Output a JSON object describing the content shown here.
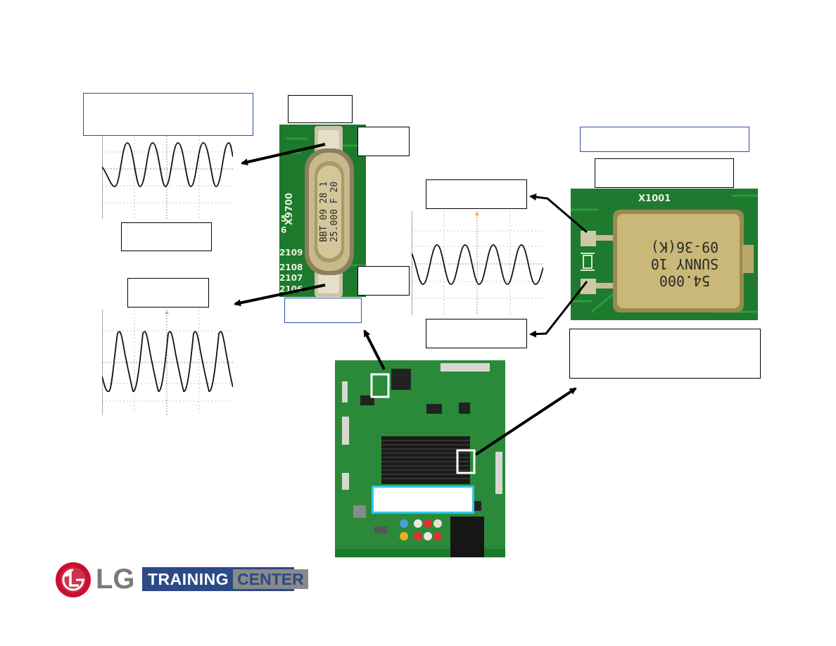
{
  "crystal_left": {
    "silk_ref": "X9700",
    "marking_line1": "BBT 09 28 1",
    "marking_line2": "25.000 F 20",
    "silk_numbers": [
      "5",
      "6",
      "2109",
      "2108",
      "2107",
      "2106"
    ]
  },
  "crystal_right": {
    "silk_ref": "X1001",
    "marking_line1": "54.000",
    "marking_line2": "SUNNY 10",
    "marking_line3": "09-36(K)"
  },
  "logo": {
    "brand": "LG",
    "training": "TRAINING",
    "center": "CENTER"
  },
  "colors": {
    "pcb_green": "#1d7a2c",
    "label_blue_border": "#2f4fa8",
    "highlight_cyan": "#2ec7f0",
    "logo_red": "#c8102e",
    "logo_navy": "#2c4a86"
  }
}
